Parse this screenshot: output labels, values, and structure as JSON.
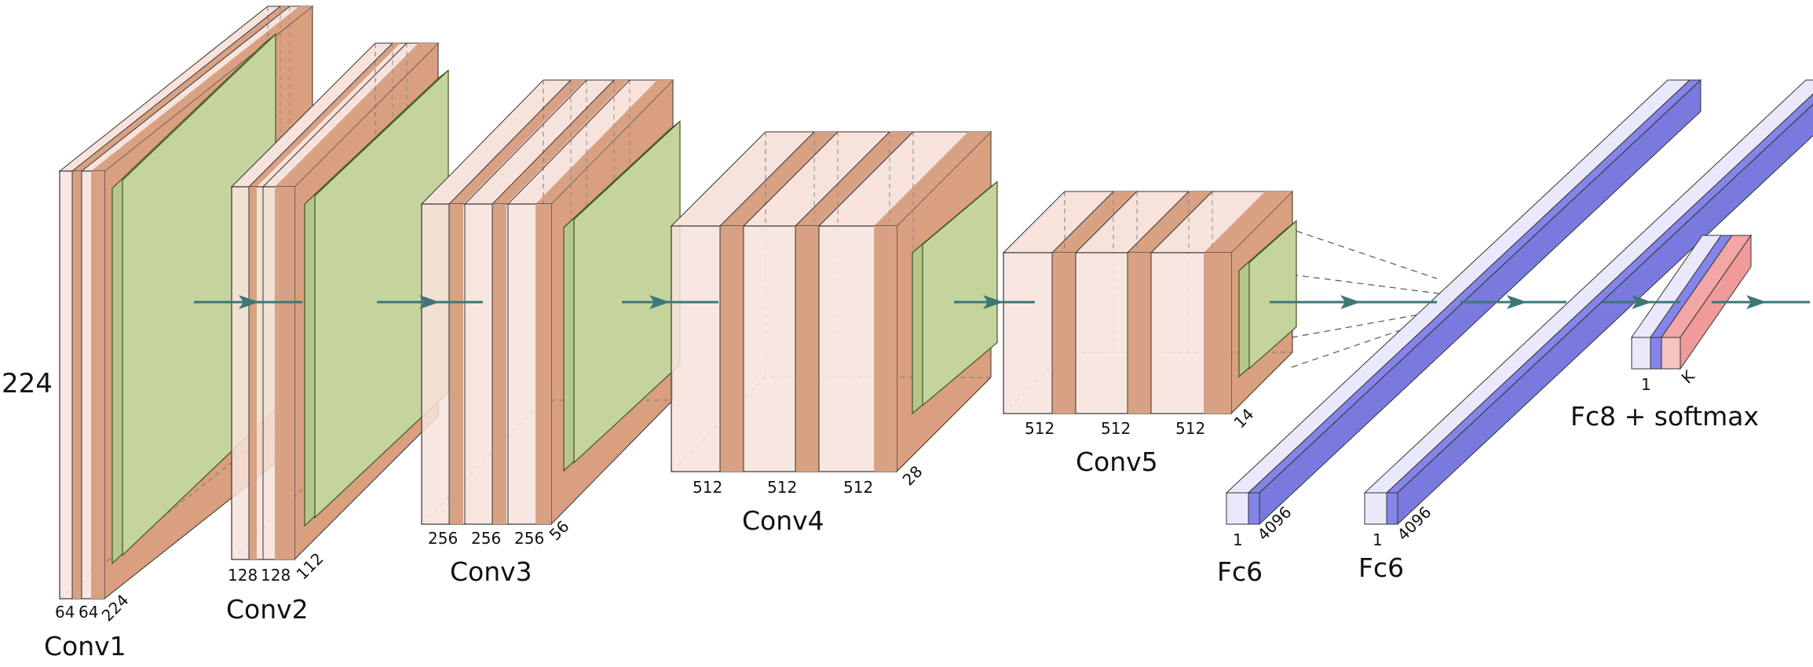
{
  "diagram": {
    "colors": {
      "conv_face": "#f7e3dc",
      "conv_stripe": "#d9a183",
      "conv_side": "#d99f7f",
      "pool_face": "#c5d49c",
      "pool_edge": "#3e5626",
      "fc_light": "#e9e9fb",
      "fc_blue": "#8584e8",
      "fc_pink": "#f3a6a6",
      "arrow": "#3d7777",
      "edge": "#333333"
    },
    "input_size_label": "224",
    "blocks": [
      {
        "name": "Conv1",
        "channels": [
          "64",
          "64"
        ],
        "spatial": "224"
      },
      {
        "name": "Conv2",
        "channels": [
          "128",
          "128"
        ],
        "spatial": "112"
      },
      {
        "name": "Conv3",
        "channels": [
          "256",
          "256",
          "256"
        ],
        "spatial": "56"
      },
      {
        "name": "Conv4",
        "channels": [
          "512",
          "512",
          "512"
        ],
        "spatial": "28"
      },
      {
        "name": "Conv5",
        "channels": [
          "512",
          "512",
          "512"
        ],
        "spatial": "14"
      }
    ],
    "fc_layers": [
      {
        "name": "Fc6",
        "width": "1",
        "depth": "4096"
      },
      {
        "name": "Fc6",
        "width": "1",
        "depth": "4096"
      },
      {
        "name": "Fc8 + softmax",
        "width": "1",
        "depth": "K"
      }
    ]
  }
}
